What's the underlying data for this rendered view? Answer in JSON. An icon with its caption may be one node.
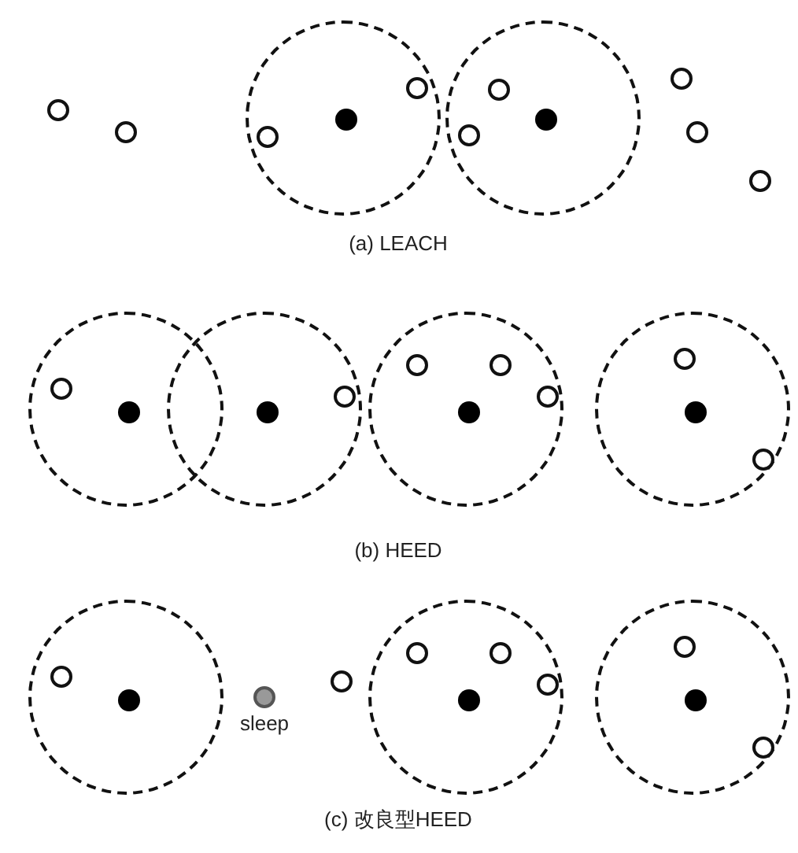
{
  "diagram": {
    "nodes": [
      {
        "text": [],
        "shape": "circle"
      },
      {
        "text": [],
        "shape": "circle"
      },
      {
        "text": [],
        "shape": "circle"
      },
      {
        "text": [],
        "shape": "circle",
        "in": 2
      },
      {
        "text": [],
        "shape": "circle",
        "in": 2
      },
      {
        "text": [],
        "shape": "circle",
        "in": 2
      },
      {
        "text": [],
        "shape": "circle"
      },
      {
        "text": [],
        "shape": "circle",
        "in": 6
      },
      {
        "text": [],
        "shape": "circle",
        "in": 6
      },
      {
        "text": [],
        "shape": "circle",
        "in": 6
      },
      {
        "text": [],
        "shape": "circle"
      },
      {
        "text": [],
        "shape": "circle"
      },
      {
        "text": [],
        "shape": "circle"
      },
      {
        "text": [],
        "shape": "circle"
      },
      {
        "text": [],
        "shape": "circle",
        "in": 13
      },
      {
        "text": [],
        "shape": "circle",
        "in": 13
      },
      {
        "text": [],
        "shape": "circle"
      },
      {
        "text": [],
        "shape": "circle",
        "in": 16
      },
      {
        "text": [],
        "shape": "circle",
        "in": 16
      },
      {
        "text": [],
        "shape": "circle"
      },
      {
        "text": [],
        "shape": "circle",
        "in": 19
      },
      {
        "text": [],
        "shape": "circle",
        "in": 19
      },
      {
        "text": [],
        "shape": "circle",
        "in": 19
      },
      {
        "text": [],
        "shape": "circle",
        "in": 19
      },
      {
        "text": [],
        "shape": "circle"
      },
      {
        "text": [],
        "shape": "circle",
        "in": 24
      },
      {
        "text": [],
        "shape": "circle",
        "in": 24
      },
      {
        "text": [],
        "shape": "circle",
        "in": 24
      },
      {
        "text": [],
        "shape": "circle"
      },
      {
        "text": [],
        "shape": "circle",
        "in": 28
      },
      {
        "text": [],
        "shape": "circle",
        "in": 28
      },
      {
        "text": [],
        "shape": "circle",
        "beside": [
          "sleep"
        ]
      },
      {
        "text": [],
        "shape": "circle"
      },
      {
        "text": [],
        "shape": "circle"
      },
      {
        "text": [],
        "shape": "circle",
        "in": 33
      },
      {
        "text": [],
        "shape": "circle",
        "in": 33
      },
      {
        "text": [],
        "shape": "circle",
        "in": 33
      },
      {
        "text": [],
        "shape": "circle",
        "in": 33
      },
      {
        "text": [],
        "shape": "circle"
      },
      {
        "text": [],
        "shape": "circle",
        "in": 38
      },
      {
        "text": [],
        "shape": "circle",
        "in": 38
      },
      {
        "text": [],
        "shape": "circle",
        "in": 38
      }
    ],
    "labels": [
      "(a) LEACH",
      "(b) HEED",
      "(c) 改良型HEED"
    ]
  }
}
